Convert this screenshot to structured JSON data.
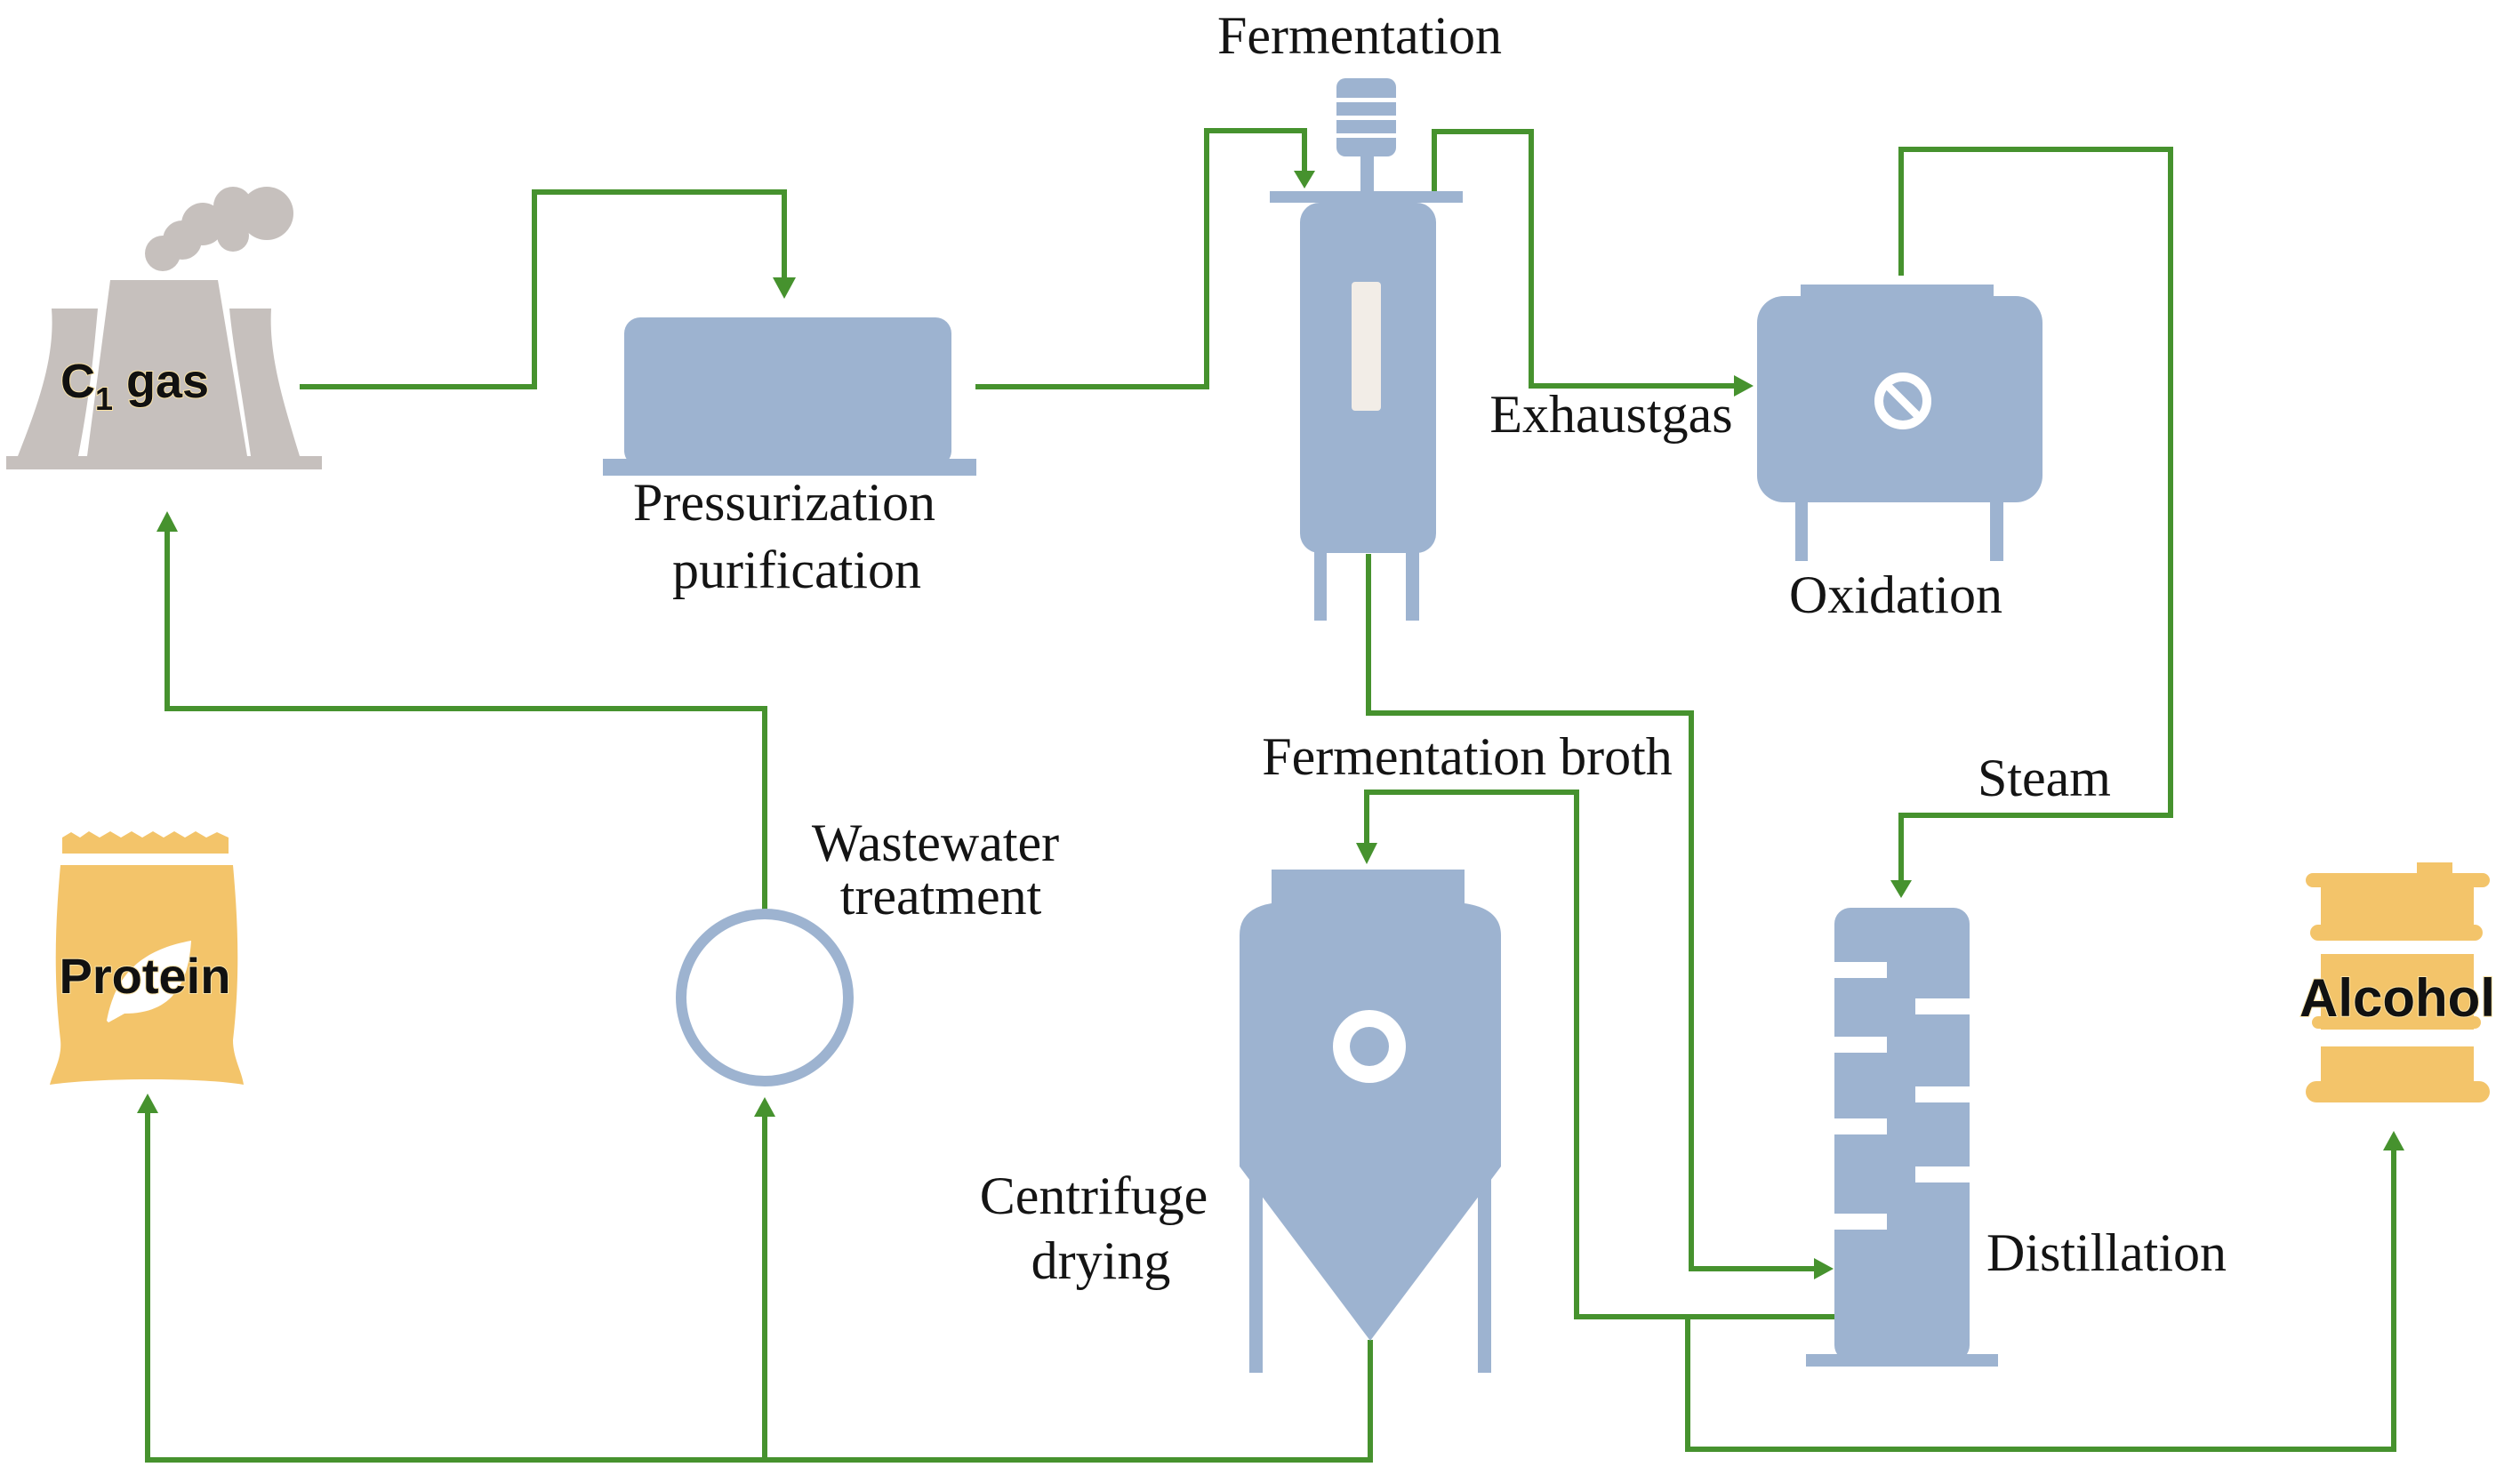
{
  "diagram": {
    "title": "C1 gas fermentation process flow",
    "colors": {
      "flow_line": "#46922e",
      "equipment": "#9db3d0",
      "factory": "#c6c0bd",
      "product": "#f3c46a"
    },
    "nodes": {
      "c1_gas": {
        "label_main": "C",
        "label_sub": "1",
        "label_rest": " gas",
        "icon": "factory-icon"
      },
      "pressurization": {
        "line1": "Pressurization",
        "line2": "purification",
        "icon": "pressure-tank-icon"
      },
      "fermentation": {
        "label": "Fermentation",
        "icon": "fermenter-icon"
      },
      "exhaust": {
        "label": "Exhaustgas"
      },
      "oxidation": {
        "label": "Oxidation",
        "icon": "oxidation-tank-icon"
      },
      "broth": {
        "label": "Fermentation broth"
      },
      "steam": {
        "label": "Steam"
      },
      "wastewater": {
        "line1": "Wastewater",
        "line2": "treatment",
        "icon": "ring-icon"
      },
      "centrifuge": {
        "line1": "Centrifuge",
        "line2": "drying",
        "icon": "centrifuge-icon"
      },
      "distillation": {
        "label": "Distillation",
        "icon": "distillation-column-icon"
      },
      "protein": {
        "label": "Protein",
        "icon": "protein-bag-icon"
      },
      "alcohol": {
        "label": "Alcohol",
        "icon": "alcohol-barrel-icon"
      }
    },
    "connections": [
      {
        "from": "C1 gas",
        "to": "Pressurization purification"
      },
      {
        "from": "Pressurization purification",
        "to": "Fermentation"
      },
      {
        "from": "Fermentation",
        "to": "Oxidation",
        "label": "Exhaustgas"
      },
      {
        "from": "Oxidation",
        "to": "Distillation",
        "label": "Steam"
      },
      {
        "from": "Fermentation",
        "to": "Distillation",
        "label": "Fermentation broth"
      },
      {
        "from": "Distillation",
        "to": "Centrifuge drying"
      },
      {
        "from": "Distillation",
        "to": "Alcohol"
      },
      {
        "from": "Centrifuge drying",
        "to": "Protein"
      },
      {
        "from": "Centrifuge drying",
        "to": "Wastewater treatment"
      },
      {
        "from": "Wastewater treatment",
        "to": "C1 gas"
      }
    ]
  }
}
